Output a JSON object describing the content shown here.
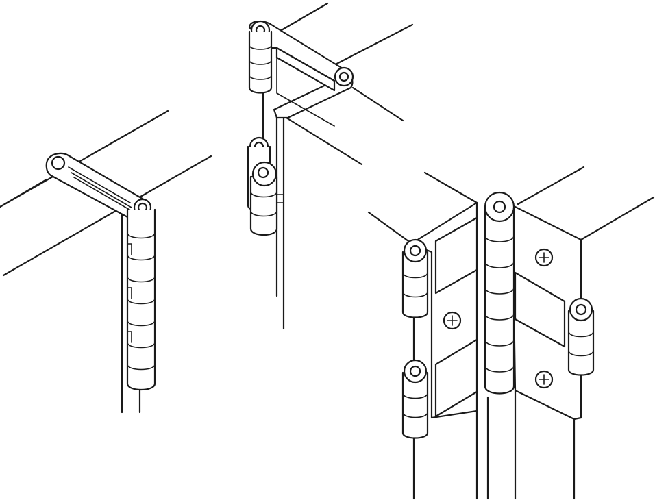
{
  "diagram": {
    "figures": [
      {
        "id": "continuous-piano-hinge",
        "pin_count": 1
      },
      {
        "id": "double-offset-hinge",
        "pin_count": 3
      },
      {
        "id": "parliament-double-hinge",
        "pin_count": 4,
        "screw_count": 3
      }
    ],
    "colors": {
      "stroke": "#1a1a1a",
      "background": "#ffffff"
    }
  }
}
